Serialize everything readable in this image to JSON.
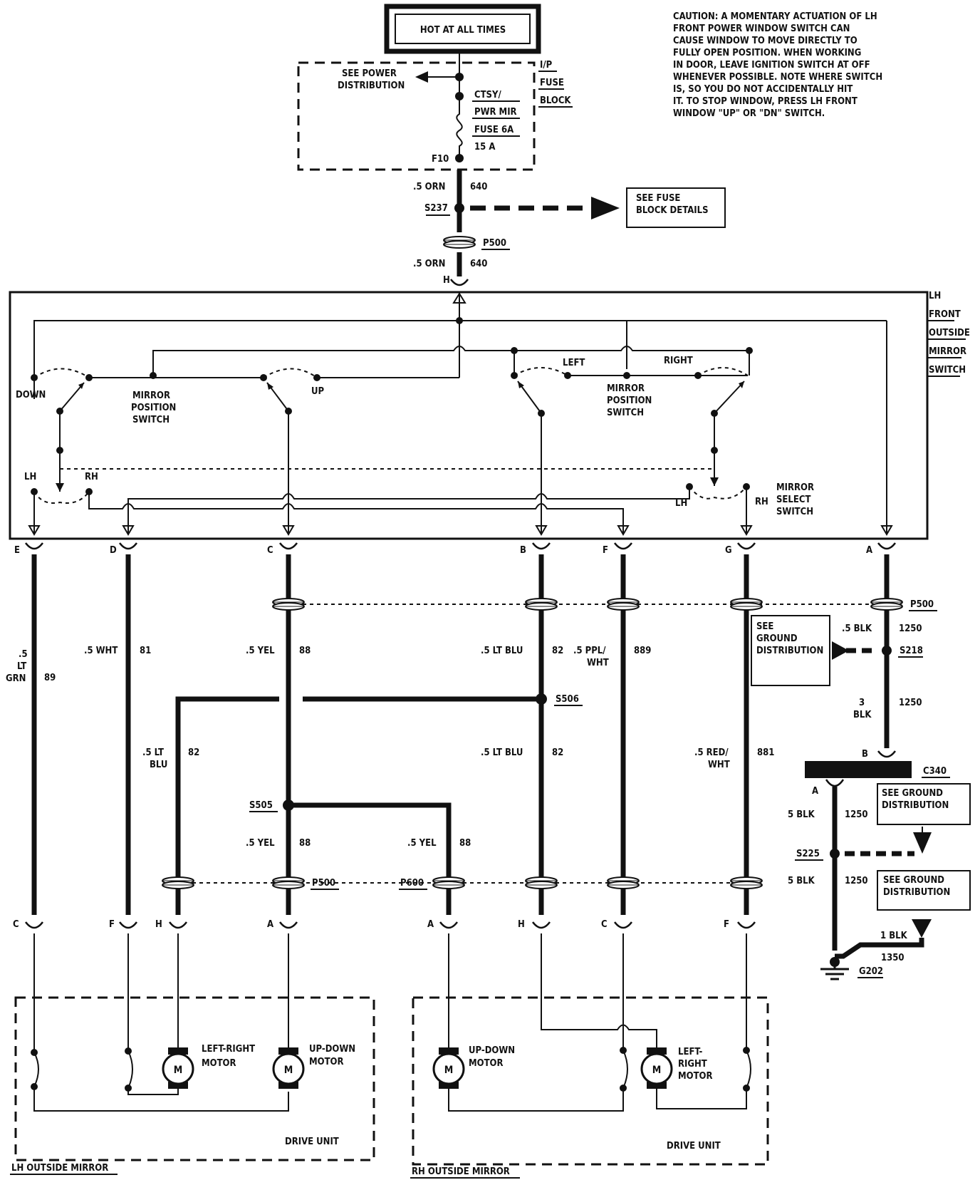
{
  "hot_label": "HOT AT ALL TIMES",
  "caution_lines": [
    "CAUTION: A MOMENTARY ACTUATION OF LH",
    "FRONT POWER WINDOW SWITCH CAN",
    "CAUSE WINDOW TO MOVE DIRECTLY TO",
    "FULLY OPEN POSITION.  WHEN WORKING",
    "IN DOOR, LEAVE IGNITION SWITCH AT OFF",
    "WHENEVER POSSIBLE.  NOTE WHERE SWITCH",
    "IS, SO YOU DO NOT ACCIDENTALLY HIT",
    "IT.  TO STOP WINDOW, PRESS LH FRONT",
    "WINDOW \"UP\" OR \"DN\" SWITCH."
  ],
  "fuse_block": {
    "title_lines": [
      "I/P",
      "FUSE",
      "BLOCK"
    ],
    "see_power_lines": [
      "SEE POWER",
      "DISTRIBUTION"
    ],
    "fuse_lines": [
      "CTSY/",
      "PWR MIR",
      "FUSE 6A",
      "15 A"
    ],
    "terminal": "F10"
  },
  "feed": {
    "wire_size_1": ".5 ORN",
    "circuit_1": "640",
    "splice": "S237",
    "see_fuse_lines": [
      "SEE FUSE",
      "BLOCK DETAILS"
    ],
    "connector": "P500",
    "wire_size_2": ".5 ORN",
    "circuit_2": "640",
    "pin": "H"
  },
  "switch_title_lines": [
    "LH",
    "FRONT",
    "OUTSIDE",
    "MIRROR",
    "SWITCH"
  ],
  "switch_labels": {
    "down": "DOWN",
    "up": "UP",
    "left": "LEFT",
    "right": "RIGHT",
    "mirror_position_1": [
      "MIRROR",
      "POSITION",
      "SWITCH"
    ],
    "mirror_position_2": [
      "MIRROR",
      "POSITION",
      "SWITCH"
    ],
    "lh_1": "LH",
    "rh_1": "RH",
    "lh_2": "LH",
    "rh_2": "RH",
    "mirror_select": [
      "MIRROR",
      "SELECT",
      "SWITCH"
    ]
  },
  "switch_pins": [
    "E",
    "D",
    "C",
    "B",
    "F",
    "G",
    "A"
  ],
  "wires": {
    "e": {
      "size_lines": [
        ".5",
        "LT",
        "GRN"
      ],
      "circuit": "89"
    },
    "d": {
      "size": ".5 WHT",
      "circuit": "81"
    },
    "c": {
      "size": ".5 YEL",
      "circuit": "88"
    },
    "b": {
      "size": ".5 LT BLU",
      "circuit": "82"
    },
    "f": {
      "size_lines": [
        ".5 PPL/",
        "WHT"
      ],
      "circuit": "889"
    },
    "g": {
      "size_lines": [
        ".5 RED/",
        "WHT"
      ],
      "circuit": "881"
    },
    "lh_lr": {
      "size_lines": [
        ".5 LT",
        "BLU"
      ],
      "circuit": "82"
    },
    "c_lower": {
      "size": ".5 YEL",
      "circuit": "88"
    },
    "rh_ud": {
      "size": ".5 YEL",
      "circuit": "88"
    },
    "b_lower": {
      "size": ".5 LT BLU",
      "circuit": "82"
    }
  },
  "connectors": {
    "p500_top": "P500",
    "p500_bottom": "P500",
    "p600": "P600",
    "s505": "S505",
    "s506": "S506"
  },
  "ground": {
    "size_1": ".5 BLK",
    "circuit_1": "1250",
    "splice_1": "S218",
    "see_ground_1": [
      "SEE",
      "GROUND",
      "DISTRIBUTION"
    ],
    "size_2_lines": [
      "3",
      "BLK"
    ],
    "circuit_2": "1250",
    "pin_b": "B",
    "connector": "C340",
    "pin_a": "A",
    "see_ground_2": [
      "SEE GROUND",
      "DISTRIBUTION"
    ],
    "size_3": "5 BLK",
    "circuit_3": "1250",
    "splice_2": "S225",
    "size_4": "5 BLK",
    "circuit_4": "1250",
    "see_ground_3": [
      "SEE GROUND",
      "DISTRIBUTION"
    ],
    "size_5": "1 BLK",
    "circuit_5": "1350",
    "ground_point": "G202"
  },
  "lower_pins": {
    "lh": [
      "C",
      "F",
      "H",
      "A"
    ],
    "rh": [
      "A",
      "H",
      "C",
      "F"
    ]
  },
  "lh_mirror": {
    "left_right": [
      "LEFT-RIGHT",
      "MOTOR"
    ],
    "up_down": [
      "UP-DOWN",
      "MOTOR"
    ],
    "motor": "M",
    "drive_unit": "DRIVE UNIT",
    "title": "LH OUTSIDE MIRROR"
  },
  "rh_mirror": {
    "up_down": [
      "UP-DOWN",
      "MOTOR"
    ],
    "left_right": [
      "LEFT-",
      "RIGHT",
      "MOTOR"
    ],
    "motor": "M",
    "drive_unit": "DRIVE UNIT",
    "title": "RH OUTSIDE MIRROR"
  }
}
